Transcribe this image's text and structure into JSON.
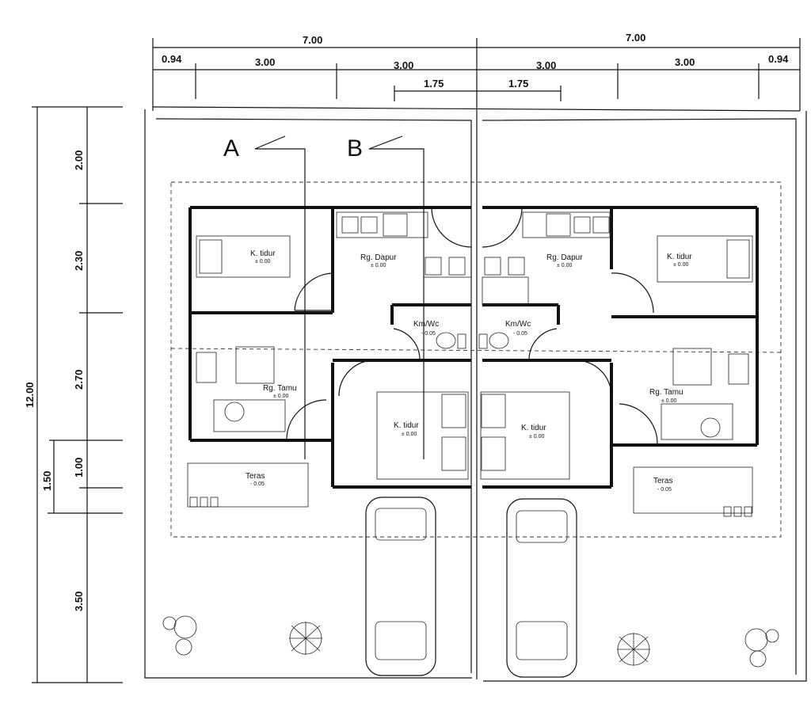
{
  "dimensions": {
    "top_total_left": "7.00",
    "top_total_right": "7.00",
    "top_seg_left": [
      "0.94",
      "3.00",
      "3.00"
    ],
    "top_seg_right": [
      "3.00",
      "3.00",
      "0.94"
    ],
    "inner_left": "1.75",
    "inner_right": "1.75",
    "side_total": "12.00",
    "side_segments": [
      "2.00",
      "2.30",
      "2.70",
      "1.00",
      "3.50"
    ],
    "side_extra": "1.50"
  },
  "section_markers": [
    "A",
    "B"
  ],
  "rooms": {
    "left": [
      {
        "name": "K. tidur",
        "level": "± 0.00"
      },
      {
        "name": "Rg. Dapur",
        "level": "± 0.00"
      },
      {
        "name": "Km/Wc",
        "level": "- 0.05"
      },
      {
        "name": "Rg. Tamu",
        "level": "± 0.00"
      },
      {
        "name": "K. tidur",
        "level": "± 0.00"
      },
      {
        "name": "Teras",
        "level": "- 0.05"
      }
    ],
    "right": [
      {
        "name": "Rg. Dapur",
        "level": "± 0.00"
      },
      {
        "name": "K. tidur",
        "level": "± 0.00"
      },
      {
        "name": "Km/Wc",
        "level": "- 0.05"
      },
      {
        "name": "K. tidur",
        "level": "± 0.00"
      },
      {
        "name": "Rg. Tamu",
        "level": "± 0.00"
      },
      {
        "name": "Teras",
        "level": "- 0.05"
      }
    ]
  }
}
